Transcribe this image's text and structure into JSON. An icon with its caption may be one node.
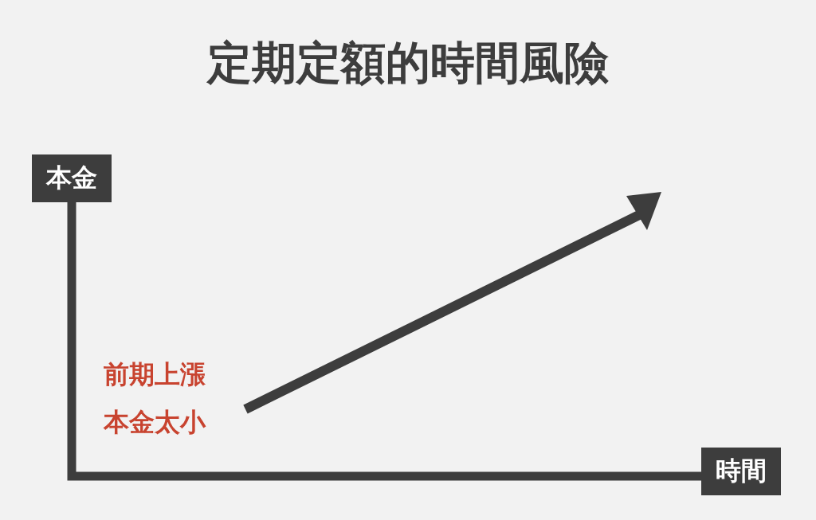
{
  "diagram": {
    "title": "定期定額的時間風險",
    "nodes": [
      {
        "text": [
          "本金"
        ]
      },
      {
        "text": [
          "時間"
        ]
      }
    ],
    "labels": [
      "前期上漲",
      "本金太小"
    ]
  }
}
